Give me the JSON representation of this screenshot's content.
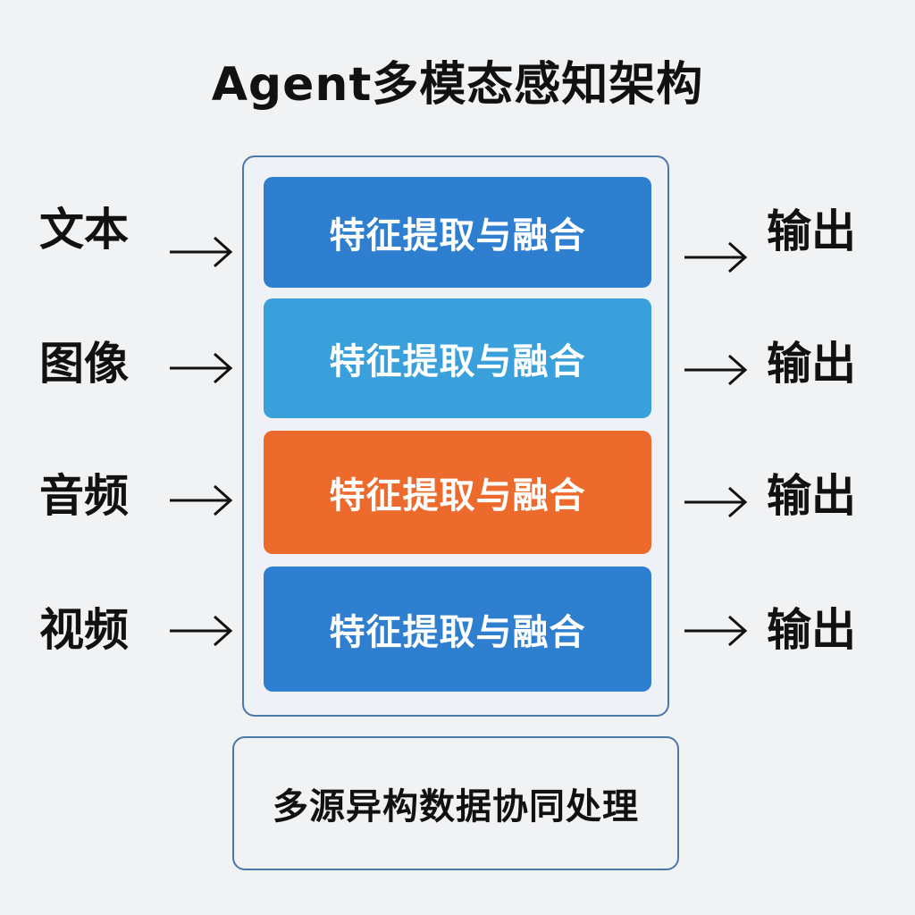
{
  "title": "Agent多模态感知架构",
  "inputs": [
    "文本",
    "图像",
    "音频",
    "视频"
  ],
  "blocks": [
    {
      "label": "特征提取与融合",
      "color": "#2f7fd1"
    },
    {
      "label": "特征提取与融合",
      "color": "#3aa0dc"
    },
    {
      "label": "特征提取与融合",
      "color": "#ec6a2c"
    },
    {
      "label": "特征提取与融合",
      "color": "#2f7fd1"
    }
  ],
  "outputs": [
    "输出",
    "输出",
    "输出",
    "输出"
  ],
  "footer": "多源异构数据协同处理",
  "colors": {
    "border": "#4a78a8",
    "background": "#f1f2f4",
    "arrow": "#111111"
  }
}
